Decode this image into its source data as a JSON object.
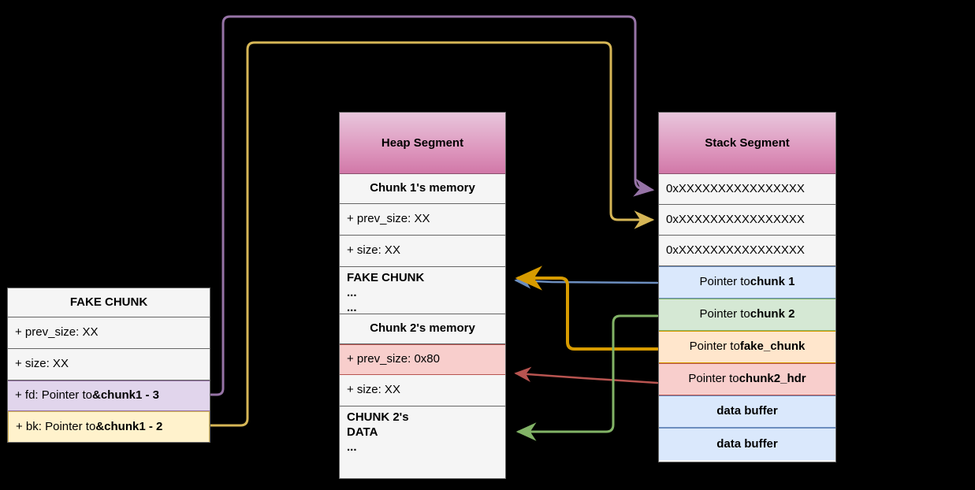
{
  "diagram": {
    "title": "Heap overflow fake chunk unlink diagram",
    "colors": {
      "header_gradient_top": "#e8c6dc",
      "header_gradient_bottom": "#d178a8",
      "purple": "#9673a6",
      "purple_fill": "#e1d5ec",
      "yellow": "#d6b656",
      "yellow_fill": "#fff2cc",
      "orange": "#d79b00",
      "orange_fill": "#ffe6cc",
      "red": "#b85450",
      "red_fill": "#f8cecc",
      "green": "#82b366",
      "green_fill": "#d5e8d4",
      "blue": "#6c8ebf",
      "blue_fill": "#dae8fc",
      "box_border": "#666666",
      "box_fill": "#f5f5f5",
      "background": "#000000"
    }
  },
  "fake_chunk": {
    "title": "FAKE CHUNK",
    "rows": [
      {
        "label": "+ prev_size: XX",
        "style": "plain"
      },
      {
        "label": "+ size: XX",
        "style": "plain"
      },
      {
        "prefix": "+ fd: Pointer to ",
        "strong": "&chunk1 - 3",
        "style": "purple"
      },
      {
        "prefix": "+ bk: Pointer to ",
        "strong": "&chunk1 - 2",
        "style": "yellow"
      }
    ]
  },
  "heap_segment": {
    "title": "Heap Segment",
    "rows": [
      {
        "label": "Chunk 1's memory",
        "style": "header-row"
      },
      {
        "label": "+ prev_size: XX",
        "style": "plain"
      },
      {
        "label": "+ size: XX",
        "style": "plain"
      },
      {
        "label": "FAKE CHUNK\n...\n...",
        "style": "bold-multi"
      },
      {
        "label": "Chunk 2's memory",
        "style": "header-row"
      },
      {
        "label": "+ prev_size: 0x80",
        "style": "red"
      },
      {
        "label": "+ size: XX",
        "style": "plain"
      },
      {
        "label": "CHUNK 2's\nDATA\n...",
        "style": "bold-multi"
      }
    ]
  },
  "stack_segment": {
    "title": "Stack Segment",
    "rows": [
      {
        "label": "0xXXXXXXXXXXXXXXXX",
        "style": "plain"
      },
      {
        "label": "0xXXXXXXXXXXXXXXXX",
        "style": "plain"
      },
      {
        "label": "0xXXXXXXXXXXXXXXXX",
        "style": "plain"
      },
      {
        "prefix": "Pointer to ",
        "strong": "chunk 1",
        "style": "blue"
      },
      {
        "prefix": "Pointer to ",
        "strong": "chunk 2",
        "style": "green"
      },
      {
        "prefix": "Pointer to ",
        "strong": "fake_chunk",
        "style": "orange"
      },
      {
        "prefix": "Pointer to ",
        "strong": "chunk2_hdr",
        "style": "red"
      },
      {
        "label": "data buffer",
        "style": "blue-bold"
      },
      {
        "label": "data buffer",
        "style": "blue-bold"
      }
    ]
  },
  "arrows": [
    {
      "name": "fd-to-stack-slot-1",
      "color": "#9673a6",
      "from": "fake_chunk.fd",
      "to": "stack_segment.row0"
    },
    {
      "name": "bk-to-stack-slot-2",
      "color": "#d6b656",
      "from": "fake_chunk.bk",
      "to": "stack_segment.row1"
    },
    {
      "name": "chunk1-ptr-to-fake-chunk",
      "color": "#6c8ebf",
      "from": "stack_segment.pointer_to_chunk_1",
      "to": "heap_segment.fake_chunk"
    },
    {
      "name": "fake-chunk-ptr-to-fake-chunk",
      "color": "#d79b00",
      "from": "stack_segment.pointer_to_fake_chunk",
      "to": "heap_segment.fake_chunk"
    },
    {
      "name": "chunk2-hdr-ptr-to-prev-size",
      "color": "#b85450",
      "from": "stack_segment.pointer_to_chunk2_hdr",
      "to": "heap_segment.prev_size_0x80"
    },
    {
      "name": "chunk2-ptr-to-chunk2-data",
      "color": "#82b366",
      "from": "stack_segment.pointer_to_chunk_2",
      "to": "heap_segment.chunk2_data"
    }
  ]
}
